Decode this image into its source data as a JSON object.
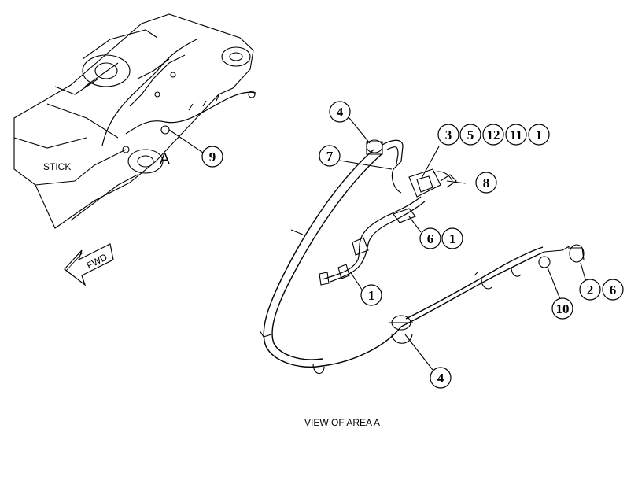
{
  "overview": {
    "stick_label": "STICK",
    "area_letter": "A",
    "fwd_label": "FWD",
    "callout_9": "9"
  },
  "detail": {
    "caption": "VIEW OF AREA A",
    "callouts": {
      "c4_top": "4",
      "c7": "7",
      "c3": "3",
      "c5": "5",
      "c12": "12",
      "c11": "11",
      "c1_row": "1",
      "c8": "8",
      "c6_mid": "6",
      "c1_mid": "1",
      "c1_low": "1",
      "c2": "2",
      "c6_right": "6",
      "c10": "10",
      "c4_bottom": "4"
    }
  }
}
